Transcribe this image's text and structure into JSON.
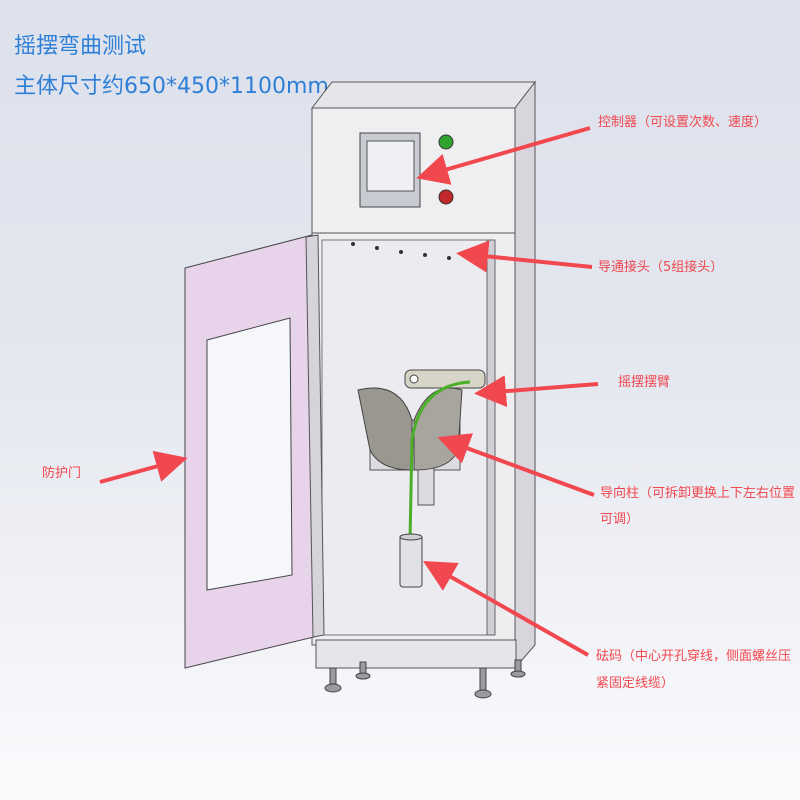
{
  "title": "摇摆弯曲测试",
  "subtitle": "主体尺寸约650*450*1100mm",
  "labels": {
    "controller": "控制器（可设置次数、速度）",
    "connector": "导通接头（5组接头）",
    "swing_arm": "摇摆摆臂",
    "guide_post_line1": "导向柱（可拆卸更换上下左右位置",
    "guide_post_line2": "可调）",
    "weight_line1": "砝码（中心开孔穿线，侧面螺丝压",
    "weight_line2": "紧固定线缆）",
    "door": "防护门"
  },
  "colors": {
    "title": "#2e7fd6",
    "annotation": "#f0484e",
    "door_panel": "#e8d4ea",
    "cable": "#4caf2a"
  }
}
